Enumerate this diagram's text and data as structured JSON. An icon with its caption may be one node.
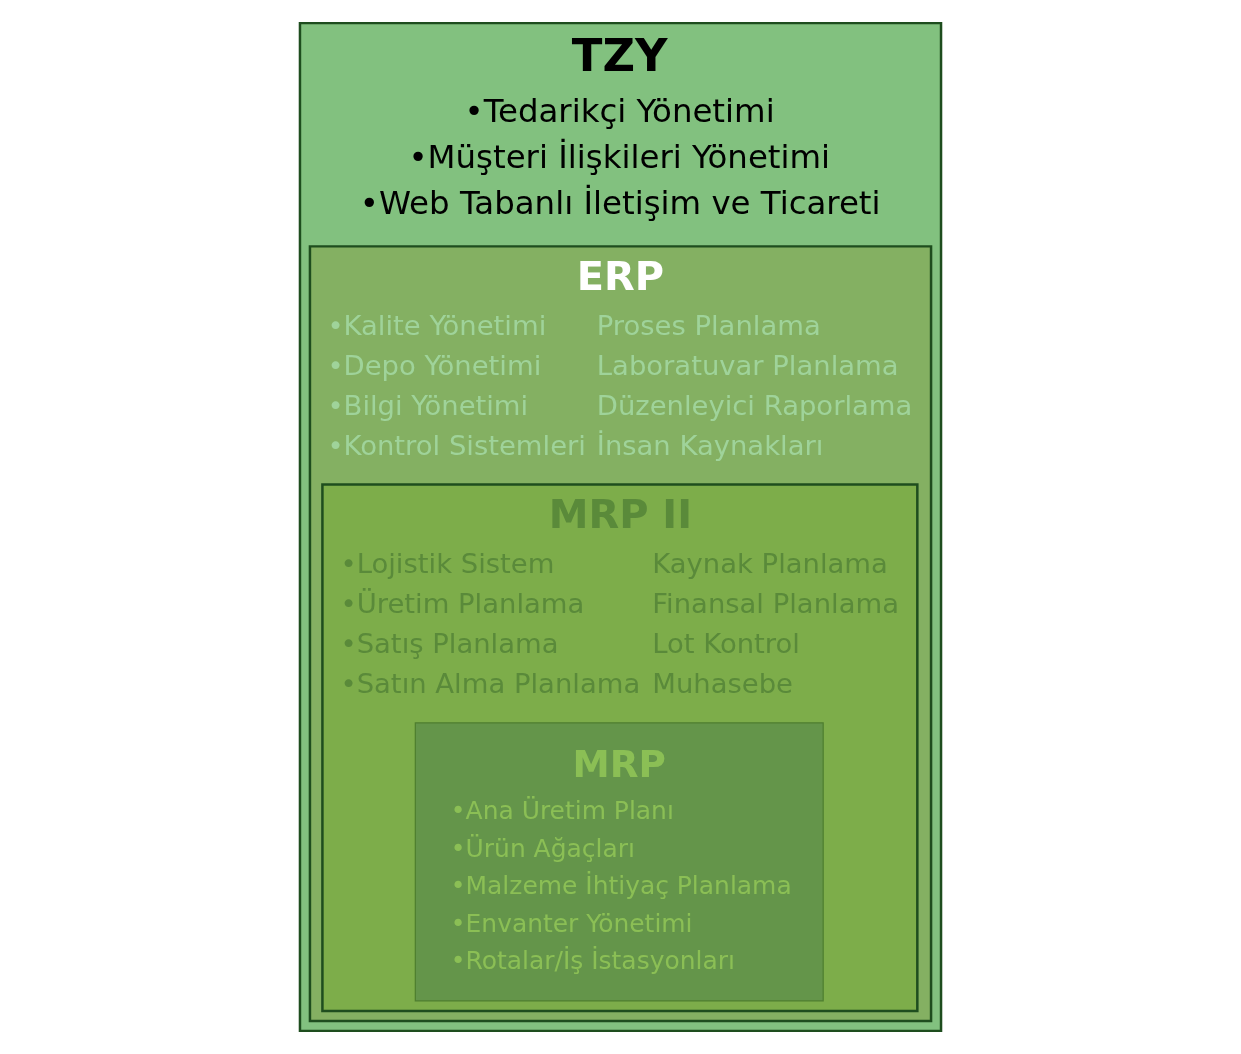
{
  "diagram": {
    "nodes": [
      {
        "text": [
          "TZY",
          "•Tedarikçi Yönetimi",
          "•Müşteri İlişkileri Yönetimi",
          "•Web Tabanlı İletişim ve Ticareti"
        ]
      },
      {
        "text": [
          "ERP",
          "•Kalite Yönetimi",
          "Proses Planlama",
          "•Depo Yönetimi",
          "Laboratuvar Planlama",
          "•Bilgi Yönetimi",
          "Düzenleyici Raporlama",
          "•Kontrol Sistemleri",
          "İnsan Kaynakları"
        ],
        "in": 0
      },
      {
        "text": [
          "MRP II",
          "•Lojistik Sistem",
          "Kaynak Planlama",
          "•Üretim Planlama",
          "Finansal Planlama",
          "•Satış Planlama",
          "Lot Kontrol",
          "•Satın Alma Planlama",
          "Muhasebe"
        ],
        "in": 1
      },
      {
        "text": [
          "MRP",
          "•Ana Üretim Planı",
          "•Ürün Ağaçları",
          "•Malzeme İhtiyaç Planlama",
          "•Envanter Yönetimi",
          "•Rotalar/İş İstasyonları"
        ],
        "in": 2
      }
    ],
    "edges": []
  }
}
